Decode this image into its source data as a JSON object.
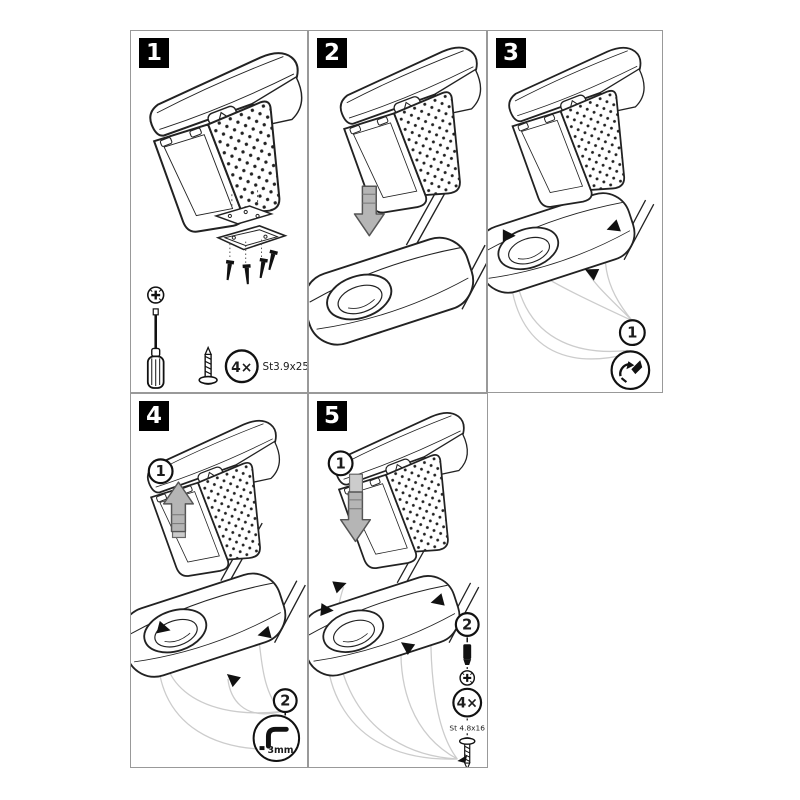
{
  "panels": [
    {
      "badge": "1",
      "parts_qty": "4×",
      "parts_spec": "St3.9x25"
    },
    {
      "badge": "2"
    },
    {
      "badge": "3",
      "callout_1": "1"
    },
    {
      "badge": "4",
      "callout_1": "1",
      "callout_2": "2",
      "tool_size": "3mm"
    },
    {
      "badge": "5",
      "callout_1": "1",
      "callout_2": "2",
      "parts_qty": "4×",
      "parts_spec": "St 4.8x16"
    }
  ],
  "icons": {
    "armrest": "armrest-line-drawing",
    "console": "center-console-line-drawing",
    "screwdriver": "screwdriver-icon",
    "screw": "screw-icon",
    "phillips_head": "phillips-screw-head-icon",
    "allen_key": "allen-key-icon",
    "ratchet": "ratchet-driver-icon",
    "bit": "driver-bit-icon",
    "down_arrow": "down-arrow-icon",
    "up_arrow": "up-arrow-icon",
    "pointer": "black-triangle-pointer-icon"
  },
  "colors": {
    "line": "#222222",
    "panel_border": "#999999",
    "badge_bg": "#000000",
    "badge_text": "#ffffff",
    "arrow_fill": "#b5b5b5",
    "arrow_edge": "#555555",
    "leader": "#cccccc"
  }
}
